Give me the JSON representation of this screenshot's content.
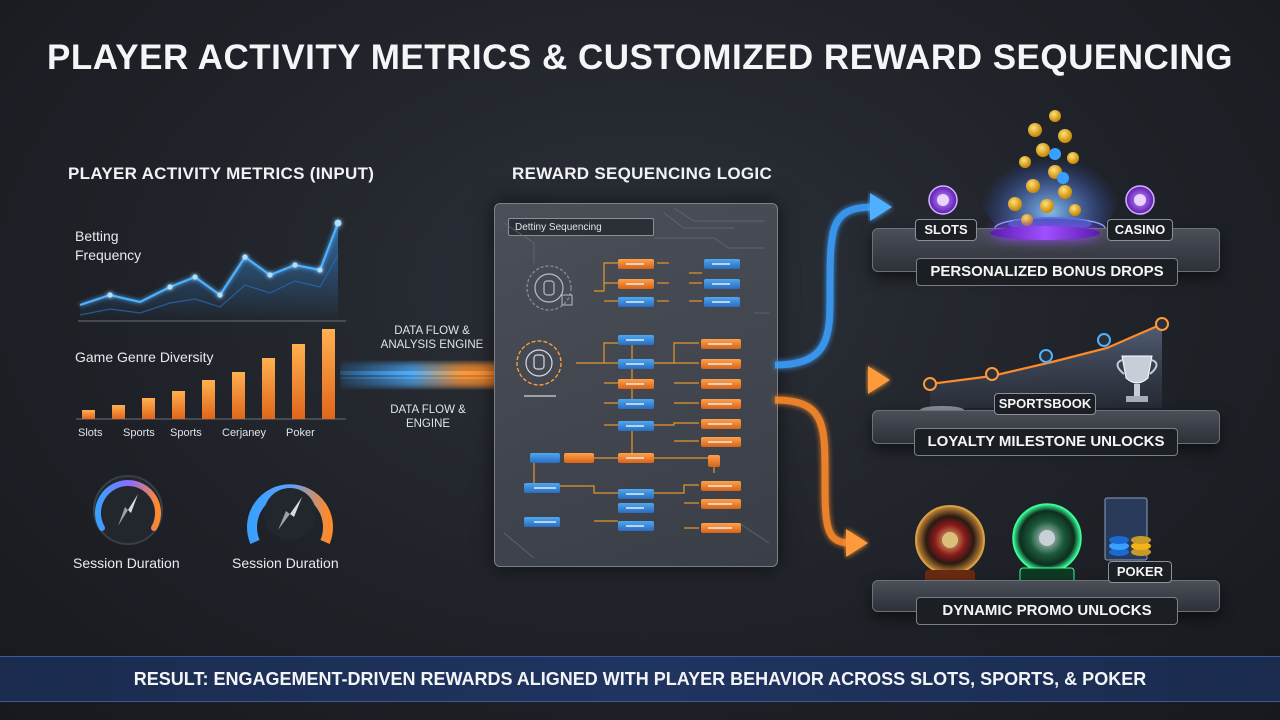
{
  "title": "PLAYER ACTIVITY METRICS & CUSTOMIZED REWARD SEQUENCING",
  "input": {
    "heading": "PLAYER ACTIVITY METRICS (INPUT)",
    "betting_label": "Betting\nFrequency",
    "genre_label": "Game Genre Diversity",
    "genre_categories": [
      "Slots",
      "Sports",
      "Sports",
      "Cerjaney",
      "Poker"
    ],
    "gauge1_label": "Session Duration",
    "gauge2_label": "Session Duration"
  },
  "flow": {
    "label_top": "DATA FLOW &\nANALYSIS ENGINE",
    "label_bottom": "DATA FLOW &\nENGINE"
  },
  "logic": {
    "heading": "REWARD SEQUENCING LOGIC",
    "panel_title": "Dettiny Sequencing"
  },
  "outputs": {
    "bonus": {
      "label": "PERSONALIZED BONUS DROPS",
      "tag_left": "SLOTS",
      "tag_right": "CASINO"
    },
    "loyalty": {
      "label": "LOYALTY MILESTONE UNLOCKS",
      "tag": "SPORTSBOOK"
    },
    "promo": {
      "label": "DYNAMIC PROMO UNLOCKS",
      "tag": "POKER"
    }
  },
  "result": "RESULT: ENGAGEMENT-DRIVEN REWARDS ALIGNED WITH PLAYER BEHAVIOR ACROSS SLOTS, SPORTS, & POKER",
  "colors": {
    "blue": "#3aa0ff",
    "orange": "#ff8a2a",
    "purple": "#9a4dff",
    "gold": "#f2b418"
  }
}
